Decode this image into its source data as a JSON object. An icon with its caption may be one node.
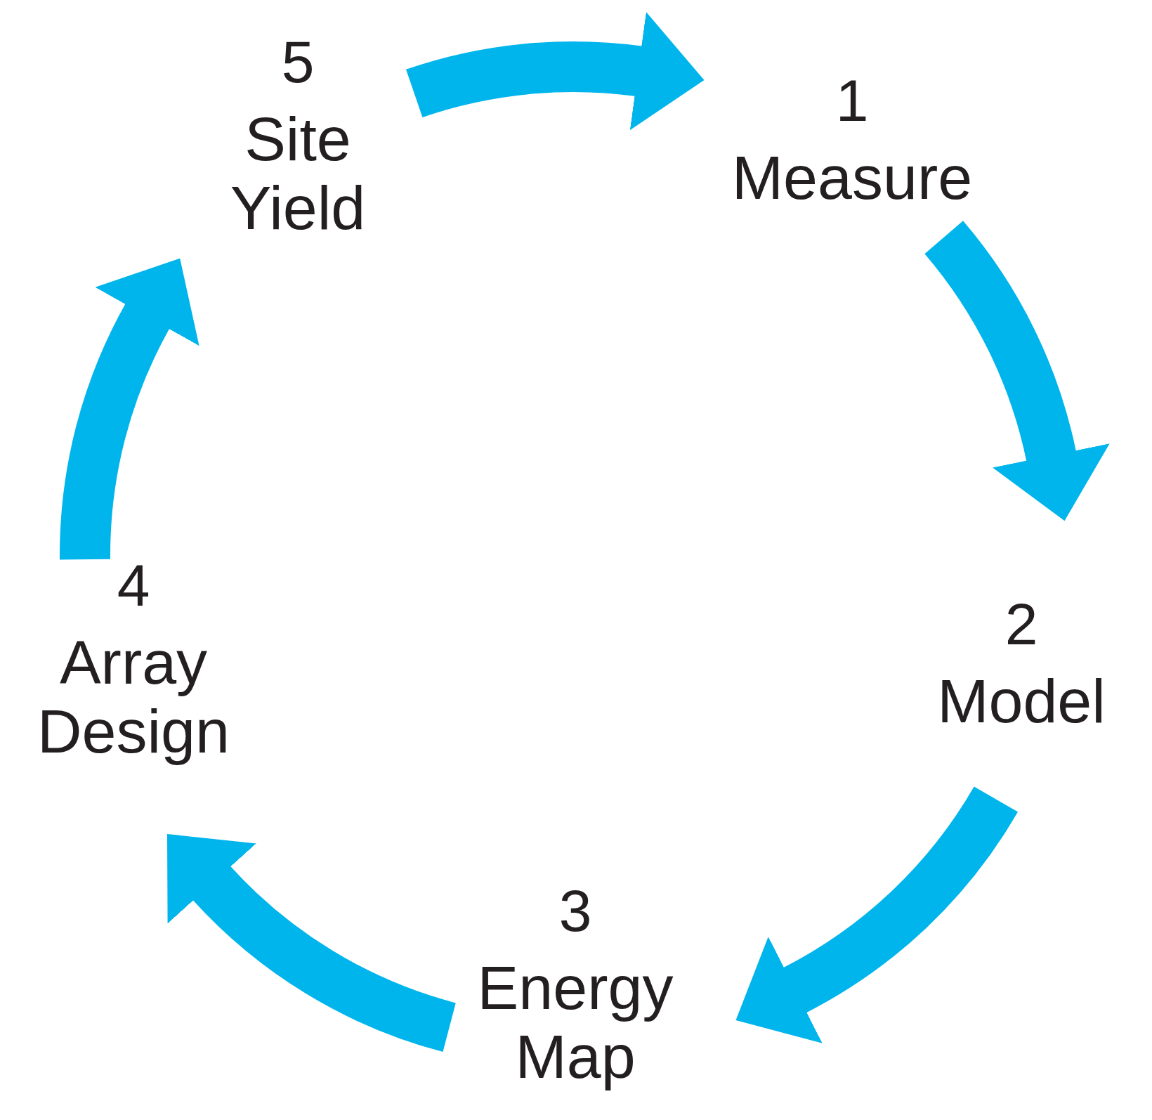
{
  "diagram": {
    "nodes": [
      {
        "text": [
          "5",
          "Site Yield"
        ]
      },
      {
        "text": [
          "1",
          "Measure"
        ]
      },
      {
        "text": [
          "2",
          "Model"
        ]
      },
      {
        "text": [
          "4",
          "Array Design"
        ]
      },
      {
        "text": [
          "3",
          "Energy Map"
        ]
      }
    ],
    "edges": [
      {
        "from": 0,
        "to": 1,
        "arrow": "to"
      },
      {
        "from": 1,
        "to": 2,
        "arrow": "to"
      },
      {
        "from": 2,
        "to": 4,
        "arrow": "to"
      },
      {
        "from": 4,
        "to": 3,
        "arrow": "to"
      },
      {
        "from": 3,
        "to": 0,
        "arrow": "to"
      }
    ]
  }
}
